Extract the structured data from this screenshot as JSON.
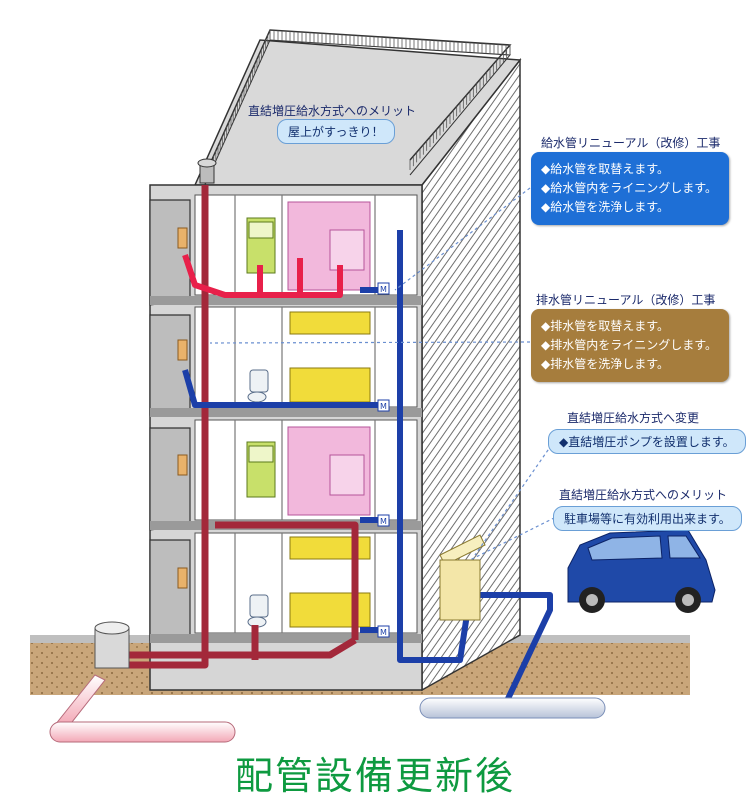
{
  "annotations": {
    "roof_merit_title": "直結増圧給水方式へのメリット",
    "roof_merit_pill": "屋上がすっきり！",
    "water_renewal_title": "給水管リニューアル（改修）工事",
    "water_renewal_items": [
      "◆給水管を取替えます。",
      "◆給水管内をライニングします。",
      "◆給水管を洗浄します。"
    ],
    "drain_renewal_title": "排水管リニューアル（改修）工事",
    "drain_renewal_items": [
      "◆排水管を取替えます。",
      "◆排水管内をライニングします。",
      "◆排水管を洗浄します。"
    ],
    "pump_change_title": "直結増圧給水方式へ変更",
    "pump_change_pill": "◆直結増圧ポンプを設置します。",
    "parking_merit_title": "直結増圧給水方式へのメリット",
    "parking_merit_pill": "駐車場等に有効利用出来ます。"
  },
  "meter_label": "M",
  "caption": "配管設備更新後",
  "colors": {
    "supply_pipe": "#1c3fa8",
    "drain_pipe": "#a3283a",
    "hot_pipe": "#e8204a",
    "blue_box": "#1e6fd6",
    "brown_box": "#a67d3d",
    "caption": "#0e9a40",
    "car": "#1f49a8"
  }
}
